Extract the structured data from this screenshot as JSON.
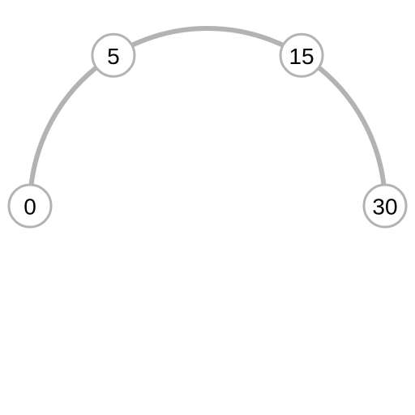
{
  "dial": {
    "min": 0,
    "max": 30,
    "stops": [
      {
        "label": "0",
        "value": 0
      },
      {
        "label": "5",
        "value": 5
      },
      {
        "label": "15",
        "value": 15
      },
      {
        "label": "30",
        "value": 30
      }
    ]
  },
  "colors": {
    "track": "#b3b3b3",
    "knob_fill": "#ffffff",
    "knob_stroke": "#b3b3b3",
    "label": "#000000"
  }
}
